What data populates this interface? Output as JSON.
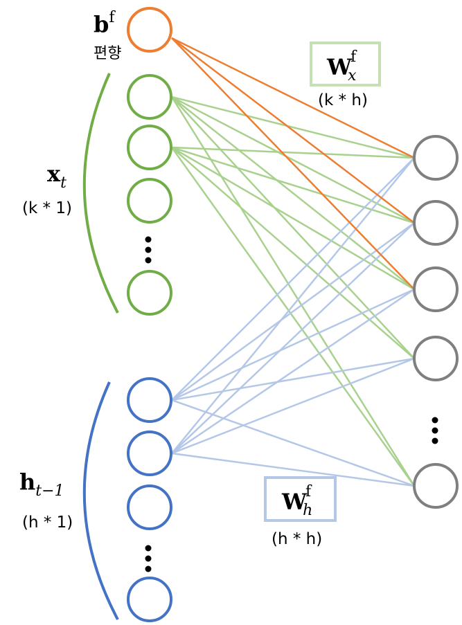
{
  "labels": {
    "bias_main": "b",
    "bias_sup": "f",
    "bias_caption": "편향",
    "x_main": "x",
    "x_sub": "t",
    "x_dim": "(k * 1)",
    "h_main": "h",
    "h_sub": "t−1",
    "h_dim": "(h * 1)",
    "wx_main": "W",
    "wx_sup": "f",
    "wx_sub": "x",
    "wx_dim": "(k * h)",
    "wh_main": "W",
    "wh_sup": "f",
    "wh_sub": "h",
    "wh_dim": "(h * h)"
  },
  "colors": {
    "bias": "#ED7D31",
    "input": "#70AD47",
    "input_line": "#A9D18E",
    "hidden": "#4472C4",
    "hidden_line": "#B4C7E7",
    "output": "#7F7F7F"
  }
}
